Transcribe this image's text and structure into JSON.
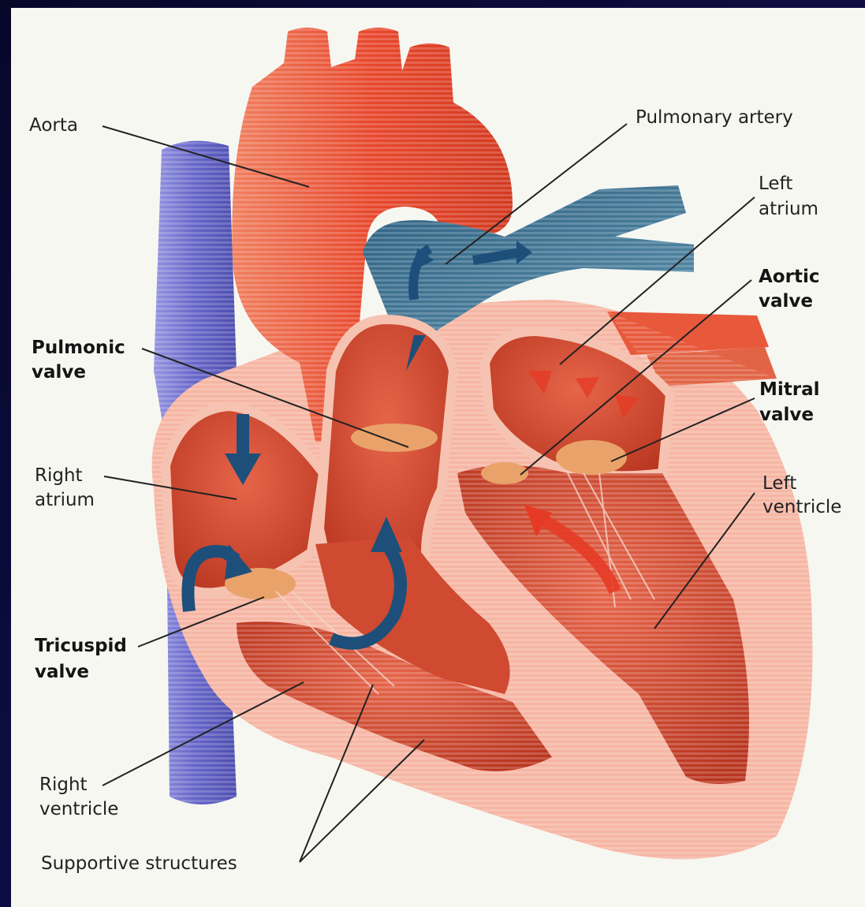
{
  "labels": {
    "aorta": "Aorta",
    "pulmonary_artery": "Pulmonary artery",
    "left_atrium_1": "Left",
    "left_atrium_2": "atrium",
    "aortic_valve_1": "Aortic",
    "aortic_valve_2": "valve",
    "pulmonic_valve_1": "Pulmonic",
    "pulmonic_valve_2": "valve",
    "mitral_valve_1": "Mitral",
    "mitral_valve_2": "valve",
    "right_atrium_1": "Right",
    "right_atrium_2": "atrium",
    "left_ventricle_1": "Left",
    "left_ventricle_2": "ventricle",
    "tricuspid_valve_1": "Tricuspid",
    "tricuspid_valve_2": "valve",
    "right_ventricle_1": "Right",
    "right_ventricle_2": "ventricle",
    "supportive_structures": "Supportive structures"
  },
  "colors": {
    "background": "#0d0d3a",
    "panel": "#f7f7f2",
    "oxygenated": "#e8472c",
    "deoxygenated_vein": "#5b5bc8",
    "deoxygenated_artery": "#2f6d8c",
    "tissue_pink": "#f6b6a4",
    "muscle": "#c9462e",
    "flow_arrow_blue": "#1d4f7a",
    "flow_arrow_red": "#e53b26",
    "leader_line": "#222222"
  }
}
